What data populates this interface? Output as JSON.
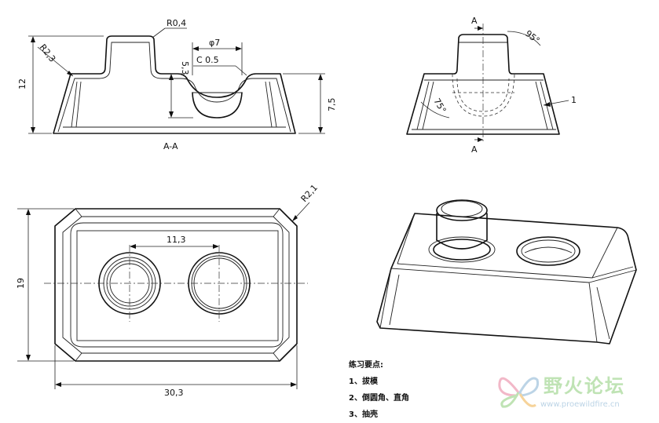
{
  "dimensions": {
    "r04": "R0,4",
    "r23": "R2,3",
    "h12": "12",
    "h53": "5,3",
    "d7": "φ7",
    "c05": "C 0.5",
    "h75": "7,5",
    "a95": "95°",
    "a75": "75°",
    "w1": "1",
    "r21": "R2,1",
    "w113": "11,3",
    "h19": "19",
    "w303": "30,3"
  },
  "labels": {
    "section_title": "A-A",
    "cut_top": "A",
    "cut_bottom": "A"
  },
  "notes": {
    "title": "练习要点:",
    "items": [
      "1、拔模",
      "2、倒圆角、直角",
      "3、抽壳"
    ]
  },
  "watermark": {
    "name": "野火论坛",
    "url": "www.proewildfire.cn",
    "colors": {
      "text": "#bfe3b4",
      "url": "#bcd4e6"
    }
  }
}
